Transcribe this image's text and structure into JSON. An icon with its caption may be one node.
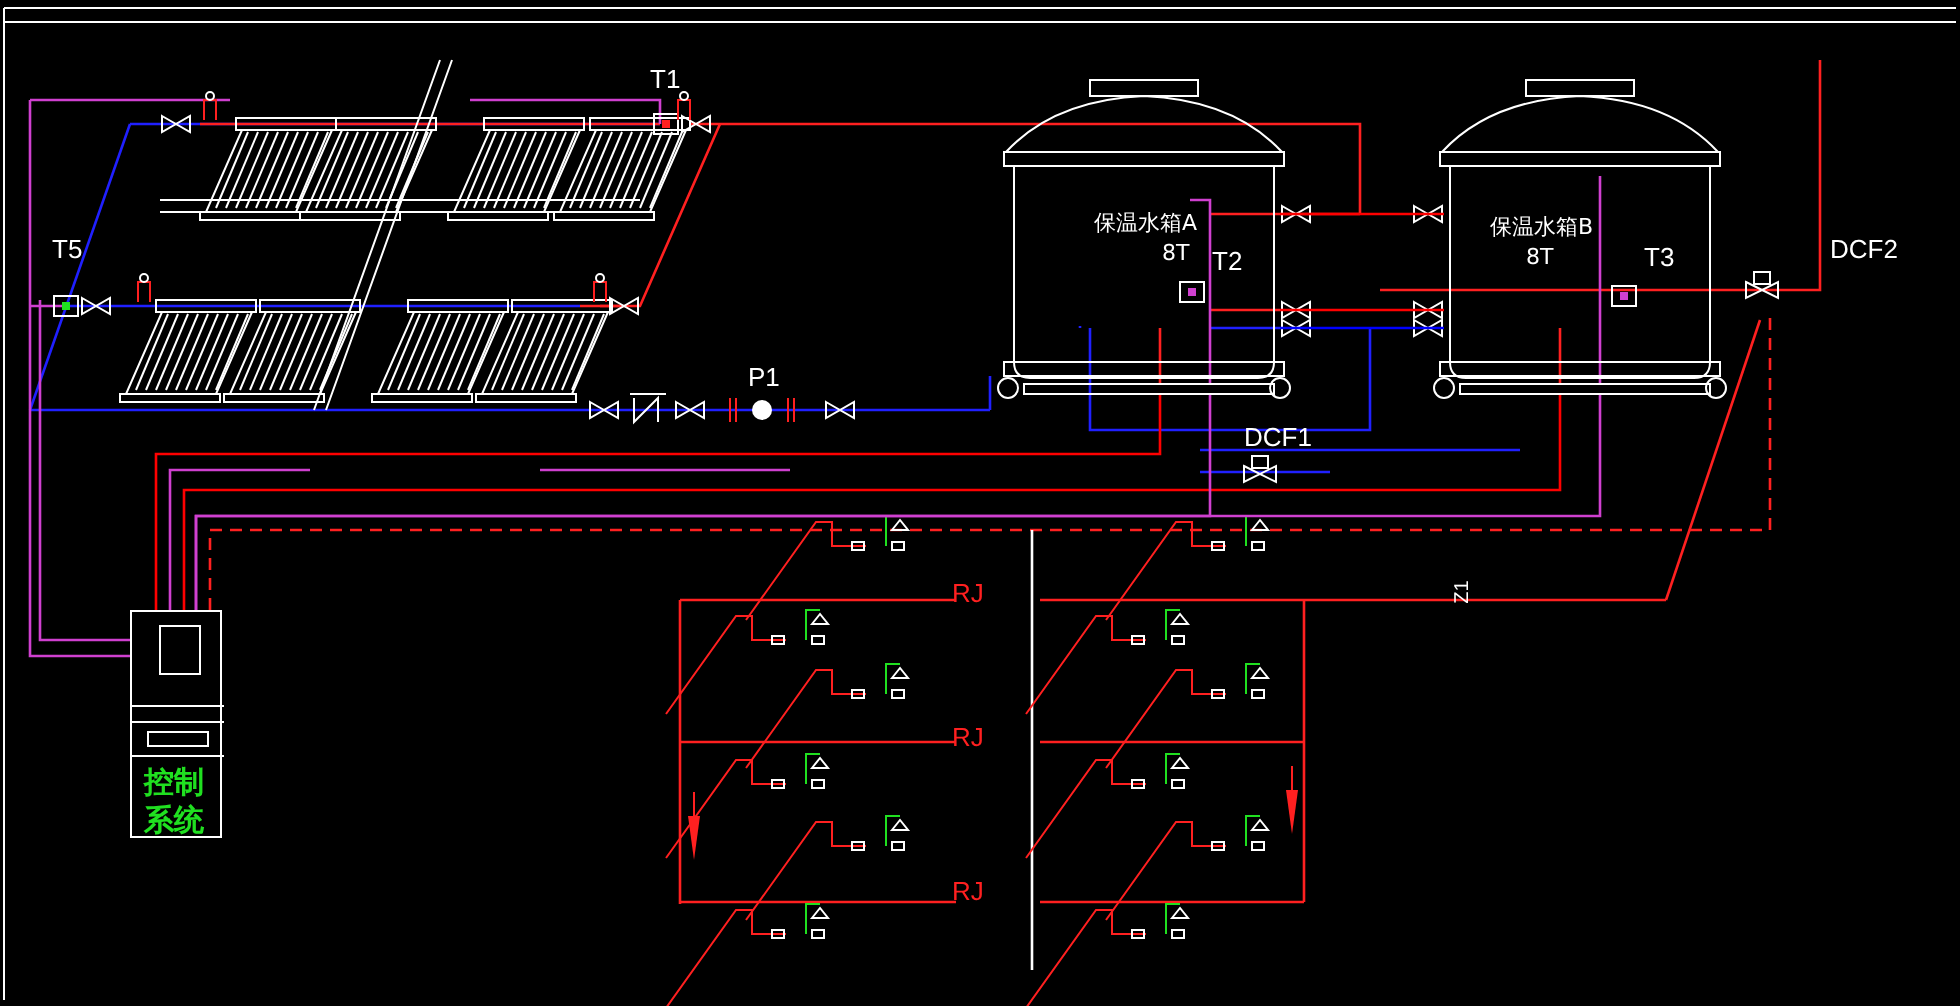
{
  "diagram": {
    "nodes": [
      {
        "text": [
          "保温水箱A",
          "8T"
        ]
      },
      {
        "text": [
          "保温水箱B",
          "8T"
        ]
      },
      {
        "text": [
          "控制系统"
        ]
      }
    ],
    "edges": [
      {
        "from": 0,
        "to": 1,
        "arrow": "none",
        "color": "#ff0000"
      },
      {
        "from": 0,
        "to": 1,
        "arrow": "none",
        "color": "#ff0000"
      },
      {
        "from": 0,
        "to": 1,
        "arrow": "none",
        "color": "#0000ff"
      },
      {
        "from": 2,
        "to": 0,
        "arrow": "none",
        "color": "#ff0000"
      },
      {
        "from": 2,
        "to": 1,
        "arrow": "none",
        "color": "#ff0000"
      },
      {
        "from": 2,
        "to": 1,
        "arrow": "none",
        "color": "#d040d0"
      },
      {
        "from": 2,
        "to": 0,
        "arrow": "none",
        "color": "#d040d0"
      }
    ],
    "labels": [
      "T1",
      "T5",
      "P1",
      "T2",
      "T3",
      "DCF2",
      "DCF1",
      "RJ",
      "Z1",
      "RJ",
      "RJ"
    ]
  }
}
